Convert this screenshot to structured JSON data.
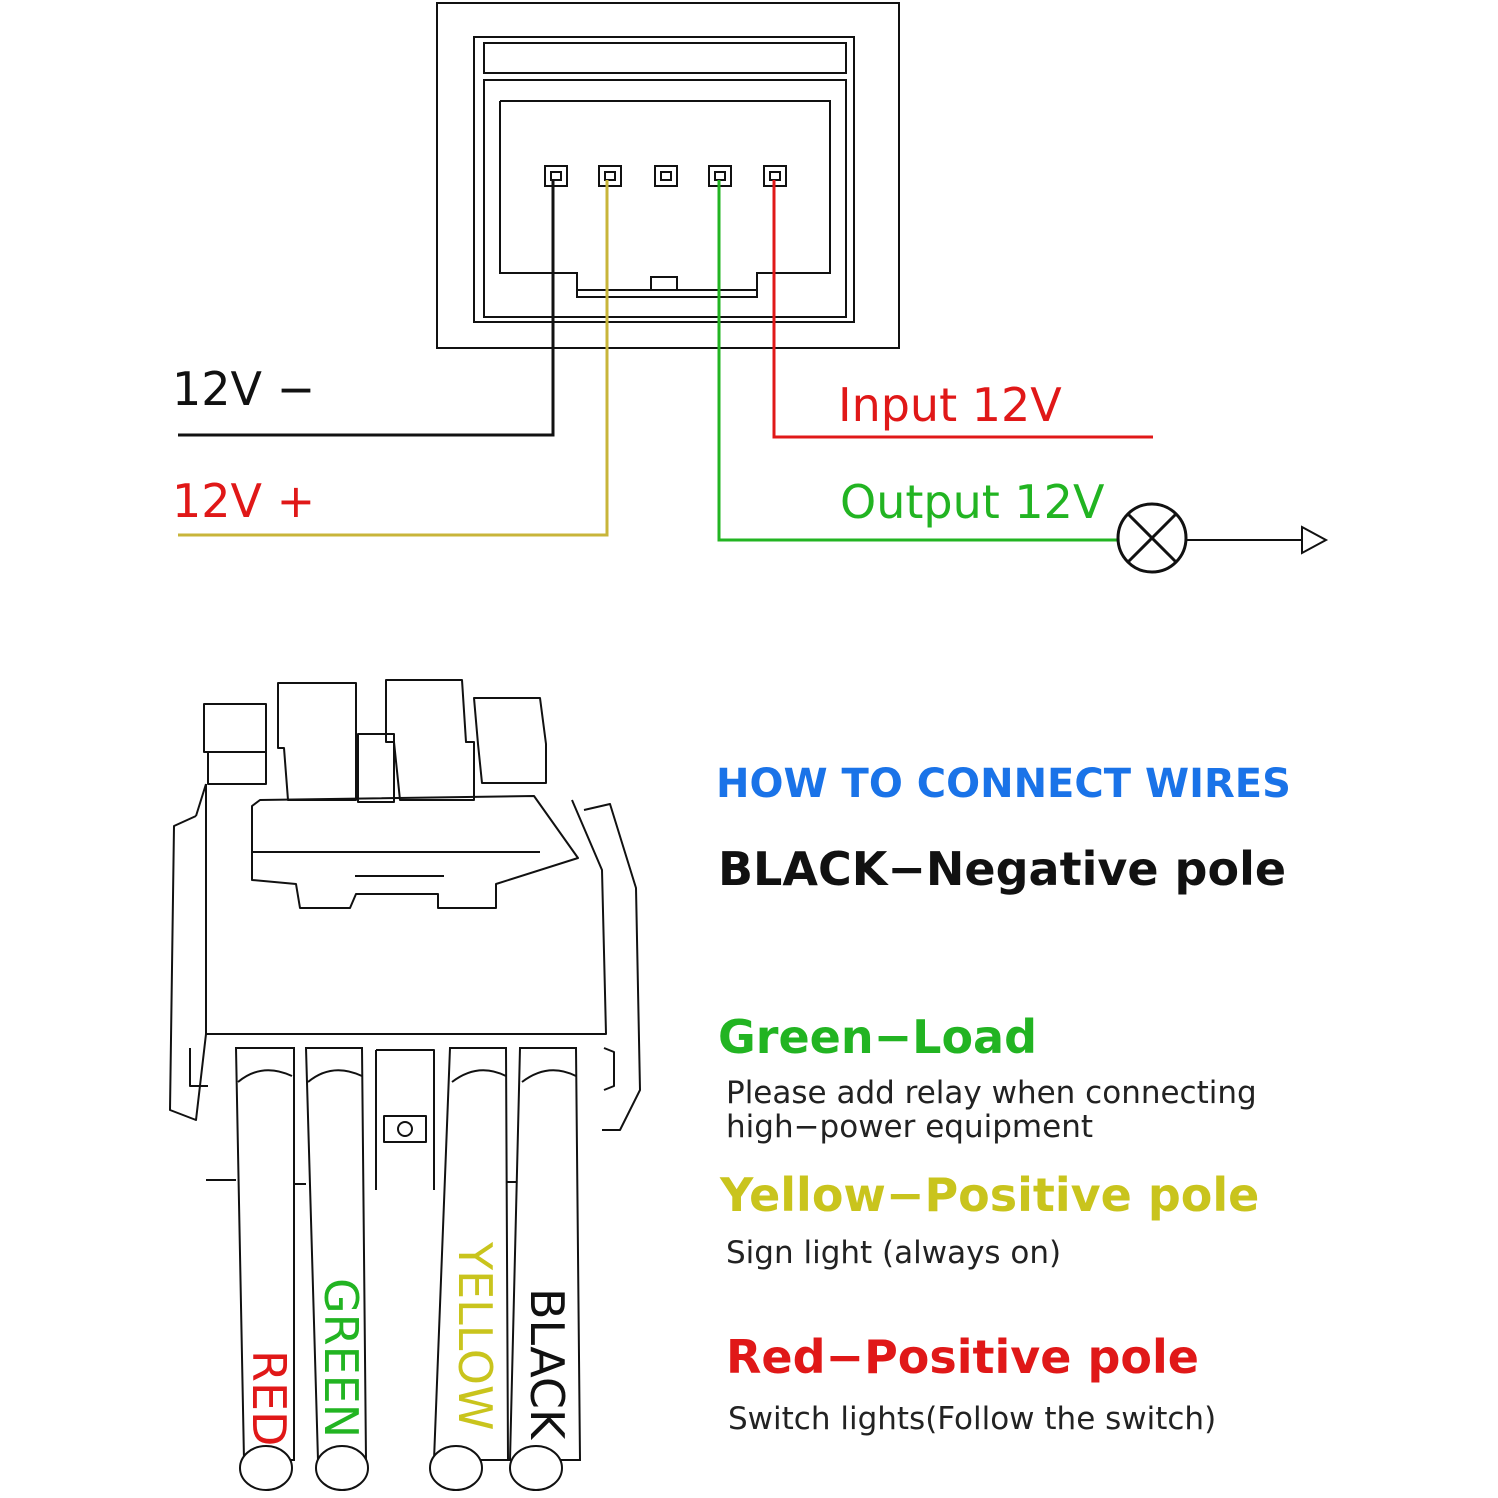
{
  "colors": {
    "black": "#111111",
    "yellow": "#c8b53a",
    "green": "#22b422",
    "red": "#e01818",
    "blue": "#1a73e8",
    "title_yellow": "#c9c41d"
  },
  "wiring": {
    "neg_label": "12V −",
    "pos_label": "12V +",
    "input_label": "Input 12V",
    "output_label": "Output 12V"
  },
  "instructions": {
    "title": "HOW TO CONNECT WIRES",
    "black": {
      "heading": "BLACK−Negative pole"
    },
    "green": {
      "heading": "Green−Load",
      "line1": "Please add relay when connecting",
      "line2": "high−power equipment"
    },
    "yellow": {
      "heading": "Yellow−Positive pole",
      "note": "Sign light (always on)"
    },
    "red": {
      "heading": "Red−Positive pole",
      "note": "Switch lights(Follow the switch)"
    }
  },
  "plug_wires": {
    "red": "RED",
    "green": "GREEN",
    "yellow": "YELLOW",
    "black": "BLACK"
  },
  "icons": [
    "lamp-icon",
    "arrow-icon"
  ]
}
